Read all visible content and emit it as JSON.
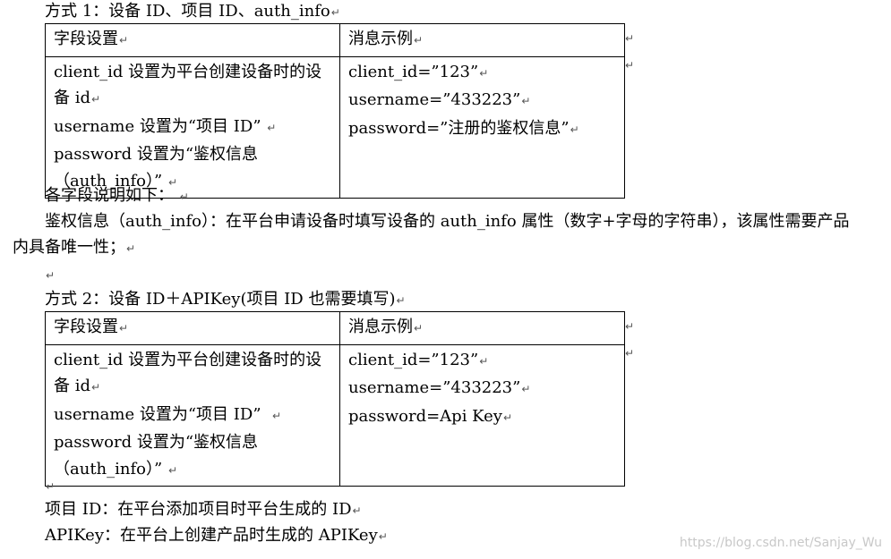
{
  "section1": {
    "title": "方式 1：设备 ID、项目 ID、auth_info",
    "table": {
      "header": [
        "字段设置",
        "消息示例"
      ],
      "left_lines": [
        "client_id 设置为平台创建设备时的设",
        "备 id",
        "username 设置为“项目 ID”",
        "password 设置为“鉴权信息",
        "（auth_info）”"
      ],
      "right_lines": [
        "client_id=”123”",
        "username=”433223”",
        "password=”注册的鉴权信息”"
      ]
    }
  },
  "notes": {
    "heading": "各字段说明如下：",
    "auth_line1": "鉴权信息（auth_info）：在平台申请设备时填写设备的 auth_info 属性（数字+字母的字符串），该属性需要产品",
    "auth_line2": "内具备唯一性；"
  },
  "section2": {
    "title": "方式 2：设备 ID＋APIKey(项目 ID 也需要填写)",
    "table": {
      "header": [
        "字段设置",
        "消息示例"
      ],
      "left_lines": [
        "client_id 设置为平台创建设备时的设",
        "备 id",
        "username 设置为“项目 ID”",
        "password 设置为“鉴权信息",
        "（auth_info）”"
      ],
      "right_lines": [
        "client_id=”123”",
        "username=”433223”",
        "password=Api Key"
      ]
    }
  },
  "footer": {
    "project_id_line": "项目 ID：在平台添加项目时平台生成的 ID",
    "apikey_line": "APIKey：在平台上创建产品时生成的 APIKey"
  },
  "watermark": "https://blog.csdn.net/Sanjay_Wu",
  "paragraph_mark": "↵"
}
